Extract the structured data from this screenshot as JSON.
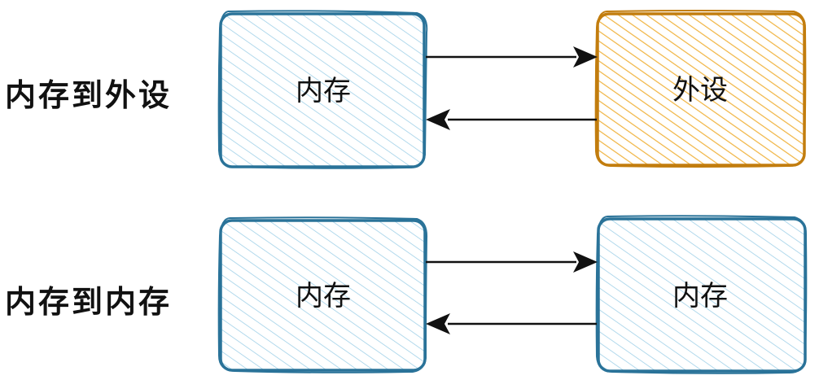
{
  "colors": {
    "memory_stroke": "#2a7399",
    "memory_hatch": "#9fd0e8",
    "device_stroke": "#c27d0e",
    "device_hatch": "#f0b441",
    "arrow": "#111111"
  },
  "rows": [
    {
      "label": "内存到外设",
      "left_box": {
        "text": "内存",
        "kind": "memory"
      },
      "right_box": {
        "text": "外设",
        "kind": "device"
      }
    },
    {
      "label": "内存到内存",
      "left_box": {
        "text": "内存",
        "kind": "memory"
      },
      "right_box": {
        "text": "内存",
        "kind": "memory"
      }
    }
  ]
}
